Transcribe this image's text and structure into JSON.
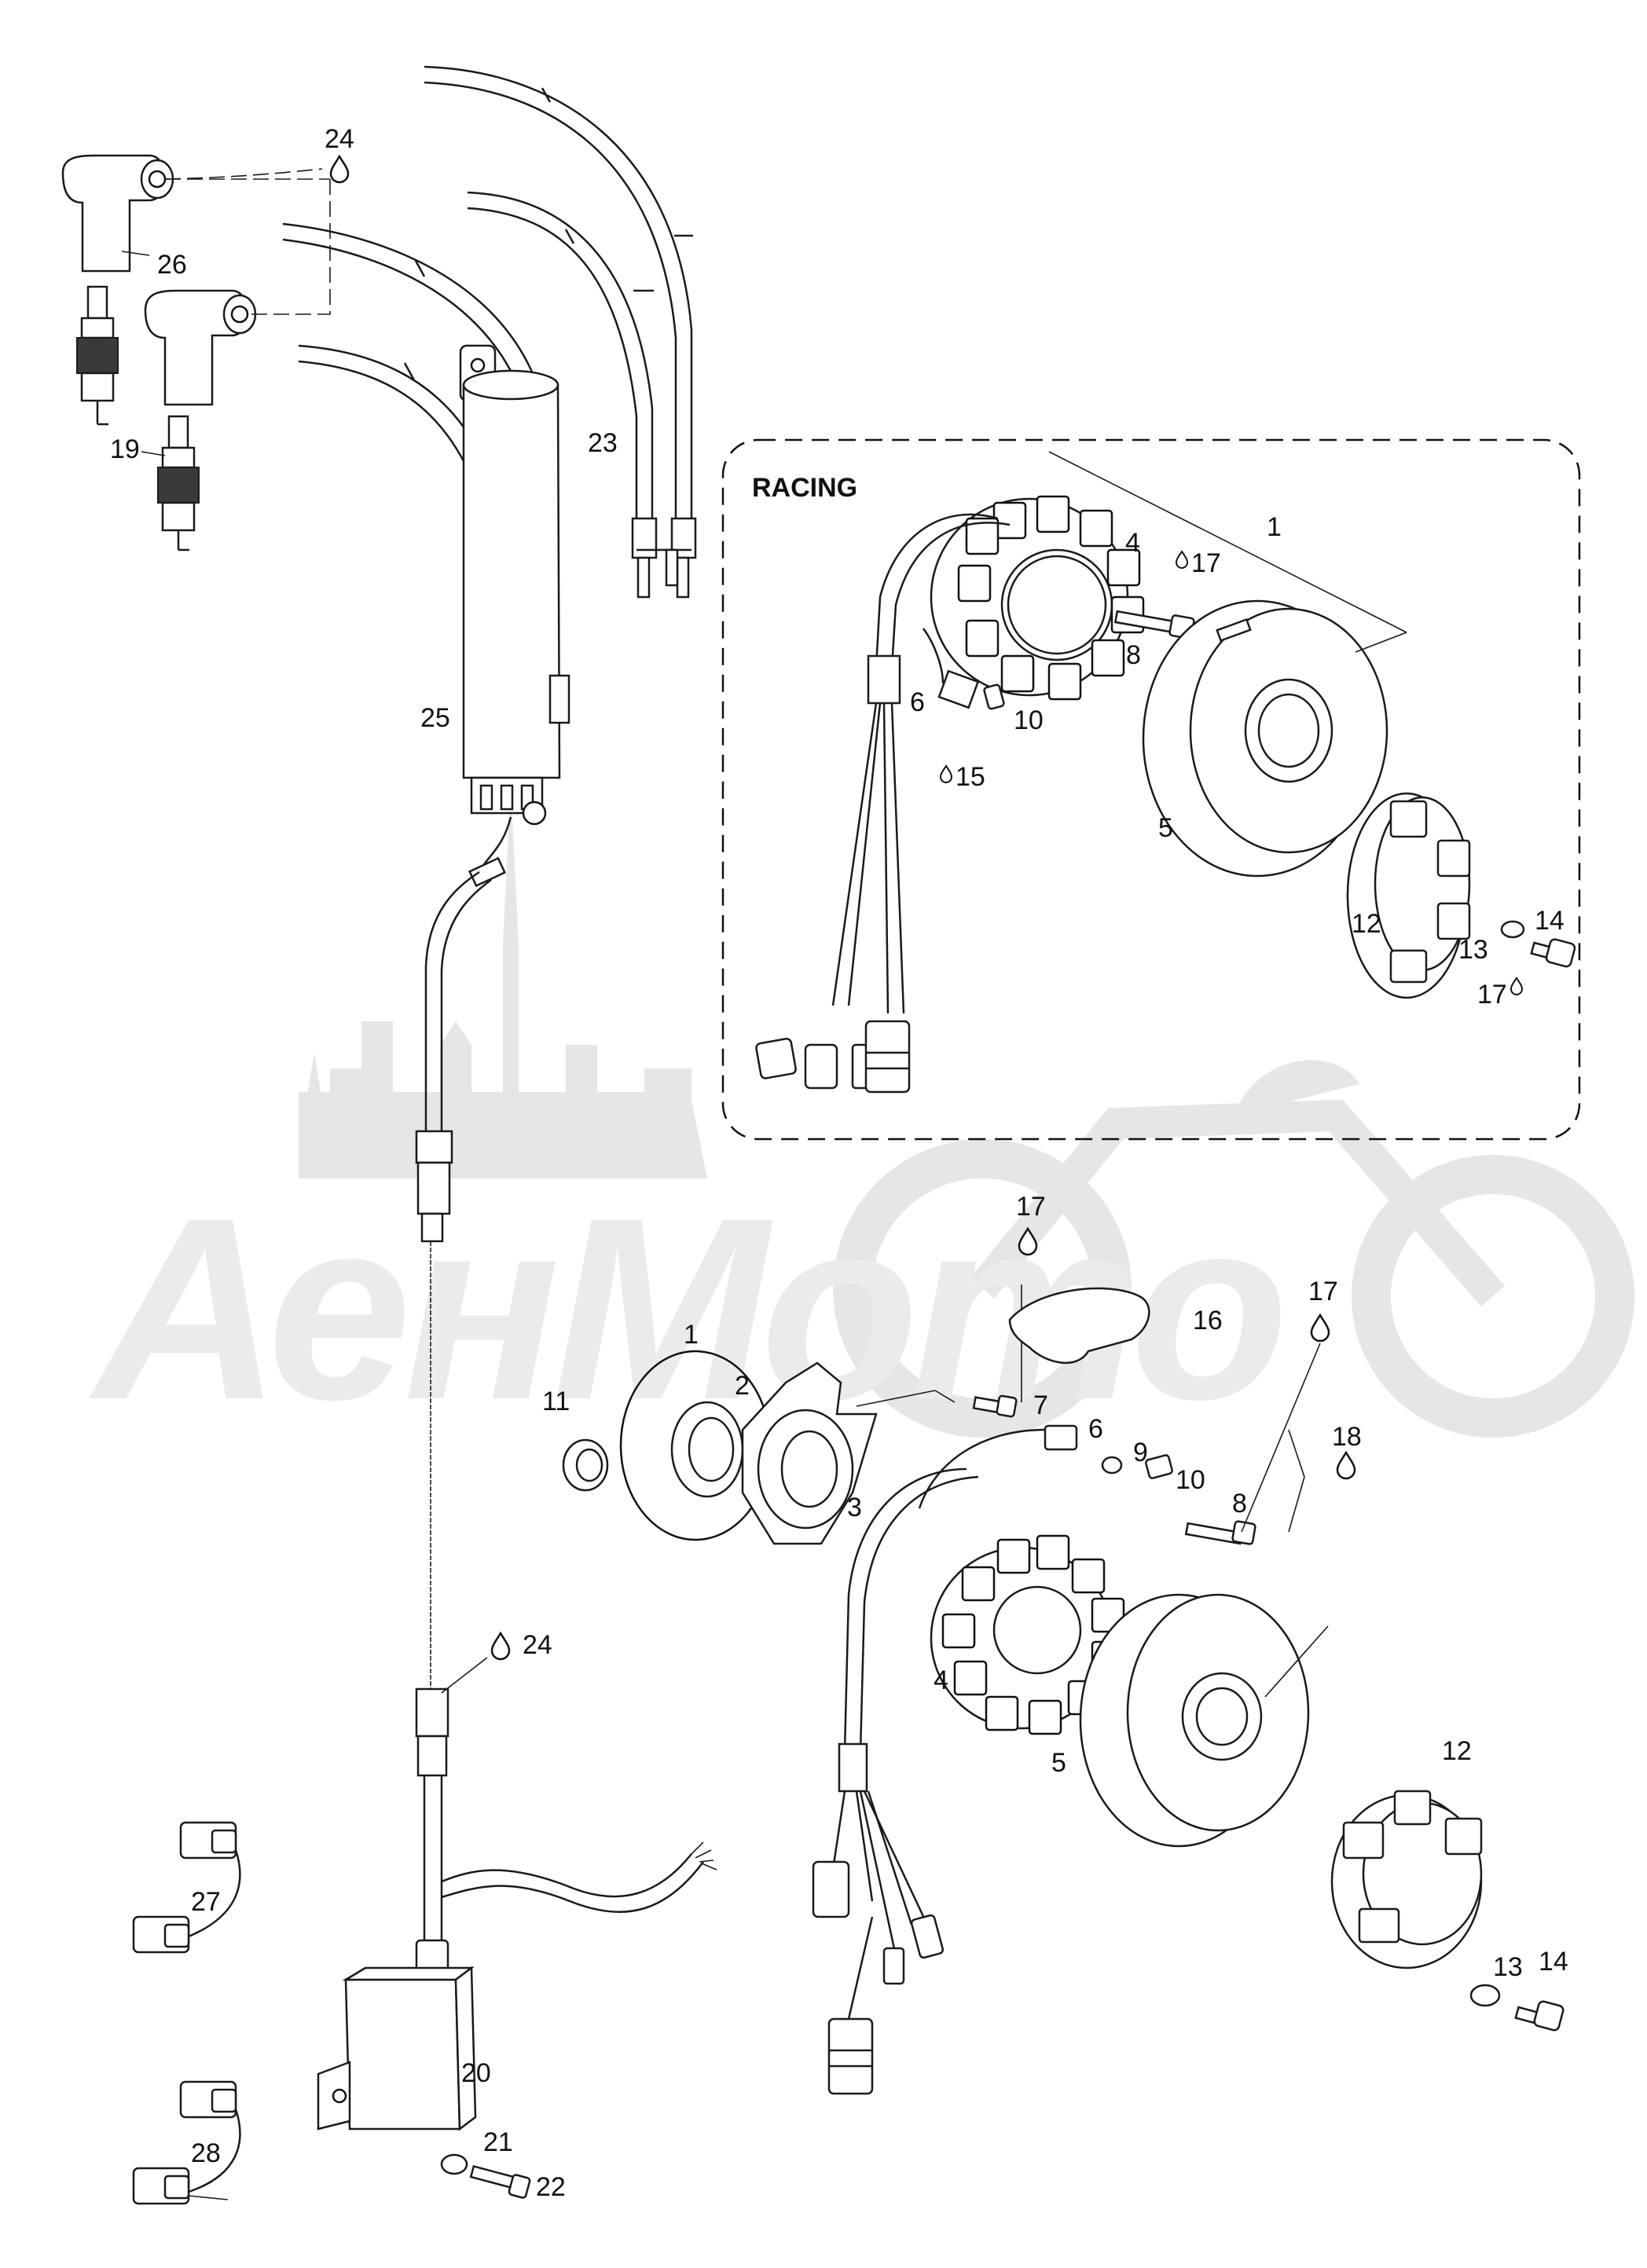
{
  "watermark_text": "АенМото",
  "racing_box": {
    "title": "RACING"
  },
  "labels": {
    "l24a": "24",
    "l26": "26",
    "l19": "19",
    "l23": "23",
    "l25": "25",
    "r1": "1",
    "r4": "4",
    "r17a": "17",
    "r8": "8",
    "r6": "6",
    "r10": "10",
    "r15": "15",
    "r5": "5",
    "r12": "12",
    "r13": "13",
    "r14": "14",
    "r17b": "17",
    "m17a": "17",
    "m16": "16",
    "m17b": "17",
    "m1": "1",
    "m2": "2",
    "m11": "11",
    "m7": "7",
    "m6": "6",
    "m9": "9",
    "m10": "10",
    "m3": "3",
    "m8": "8",
    "m18": "18",
    "m24": "24",
    "m4": "4",
    "m5": "5",
    "m12": "12",
    "l27": "27",
    "l20": "20",
    "l28": "28",
    "l21": "21",
    "l22": "22",
    "m13": "13",
    "m14": "14"
  },
  "icons": [
    "drop-icon"
  ]
}
